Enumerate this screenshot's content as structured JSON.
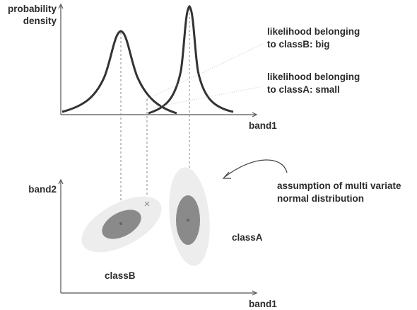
{
  "top_plot": {
    "ylabel_line1": "probability",
    "ylabel_line2": "density",
    "xlabel": "band1"
  },
  "annotations": {
    "classB_likelihood_line1": "likelihood belonging",
    "classB_likelihood_line2": "to classB: big",
    "classA_likelihood_line1": "likelihood belonging",
    "classA_likelihood_line2": "to classA: small",
    "assumption_line1": "assumption of multi variate",
    "assumption_line2": "normal distribution"
  },
  "bottom_plot": {
    "ylabel": "band2",
    "xlabel": "band1",
    "classA_label": "classA",
    "classB_label": "classB"
  },
  "colors": {
    "curve": "#333333",
    "ellipse_outer": "#ededed",
    "ellipse_inner": "#8a8a8a",
    "axis": "#555555"
  }
}
